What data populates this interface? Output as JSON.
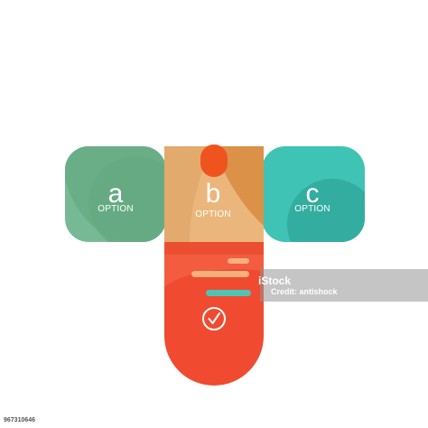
{
  "options": [
    {
      "letter": "a",
      "label": "OPTION",
      "color": "#6fb88f"
    },
    {
      "letter": "b",
      "label": "OPTION",
      "color": "#e9b27a"
    },
    {
      "letter": "c",
      "label": "OPTION",
      "color": "#3cc1b2"
    }
  ],
  "bottom_panel": {
    "color": "#f14a32",
    "icon": "checkmark-circle-icon"
  },
  "watermark": {
    "brand": "iStock",
    "credit": "Credit: antishock",
    "image_id": "967310646"
  }
}
